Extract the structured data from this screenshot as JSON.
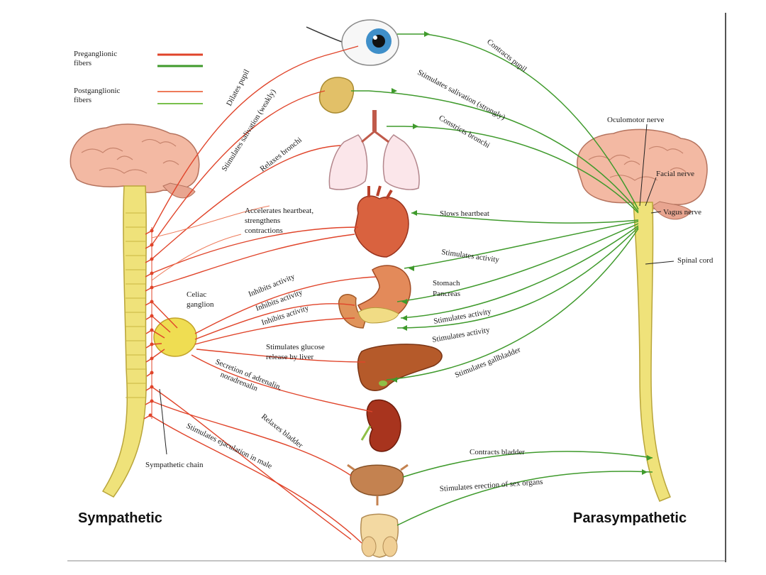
{
  "legend": {
    "preganglionic": "Preganglionic\nfibers",
    "postganglionic": "Postganglionic\nfibers"
  },
  "colors": {
    "sympathetic": "#e0442a",
    "parasympathetic": "#3f9a2c",
    "sympathetic_light": "#ee7a5a",
    "parasympathetic_light": "#79c04c",
    "cord": "#efe27a"
  },
  "titles": {
    "sympathetic": "Sympathetic",
    "parasympathetic": "Parasympathetic"
  },
  "sympathetic_labels": {
    "dilates_pupil": "Dilates pupil",
    "stim_saliva_weak": "Stimulates salivation (weakly)",
    "relaxes_bronchi": "Relaxes bronchi",
    "heart_1": "Accelerates heartbeat,",
    "heart_2": "strengthens",
    "heart_3": "contractions",
    "inhibits_1": "Inhibits activity",
    "inhibits_2": "Inhibits activity",
    "inhibits_3": "Inhibits activity",
    "celiac_1": "Celiac",
    "celiac_2": "ganglion",
    "glucose_1": "Stimulates glucose",
    "glucose_2": "release by liver",
    "adrenalin_1": "Secretion of adrenalin,",
    "adrenalin_2": "noradrenalin",
    "relaxes_bladder": "Relaxes bladder",
    "ejaculation": "Stimulates ejaculation in male",
    "chain": "Sympathetic chain"
  },
  "parasympathetic_labels": {
    "contracts_pupil": "Contracts pupil",
    "stim_saliva_strong": "Stimulates salivation (strongly)",
    "constricts_bronchi": "Constricts bronchi",
    "slows_heart": "Slows heartbeat",
    "stim_activity_1": "Stimulates activity",
    "stomach": "Stomach",
    "pancreas": "Pancreas",
    "stim_activity_2": "Stimulates activity",
    "stim_activity_3": "Stimulates activity",
    "gallbladder": "Stimulates gallbladder",
    "contracts_bladder": "Contracts bladder",
    "sex_organs": "Stimulates erection of sex organs",
    "oculomotor": "Oculomotor nerve",
    "facial": "Facial nerve",
    "vagus": "Vagus nerve",
    "spinal_cord": "Spinal cord"
  }
}
